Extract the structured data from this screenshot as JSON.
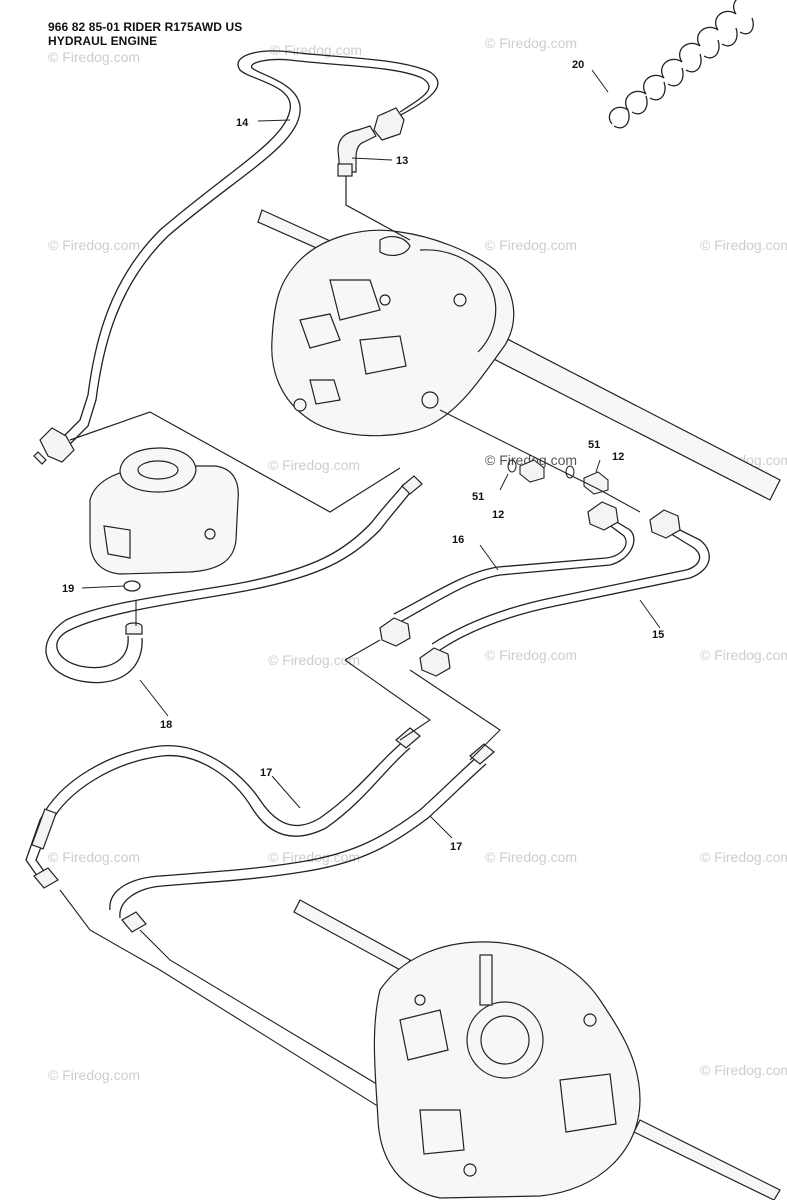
{
  "header": {
    "line1": "966 82 85-01 RIDER R175AWD US",
    "line2": "HYDRAUL ENGINE"
  },
  "watermark": "© Firedog.com",
  "callouts": [
    "20",
    "14",
    "13",
    "51",
    "12",
    "51",
    "12",
    "16",
    "15",
    "19",
    "18",
    "17",
    "17"
  ],
  "colors": {
    "line": "#222222",
    "watermark": "#cccccc",
    "part_fill": "#f2f2f2"
  }
}
